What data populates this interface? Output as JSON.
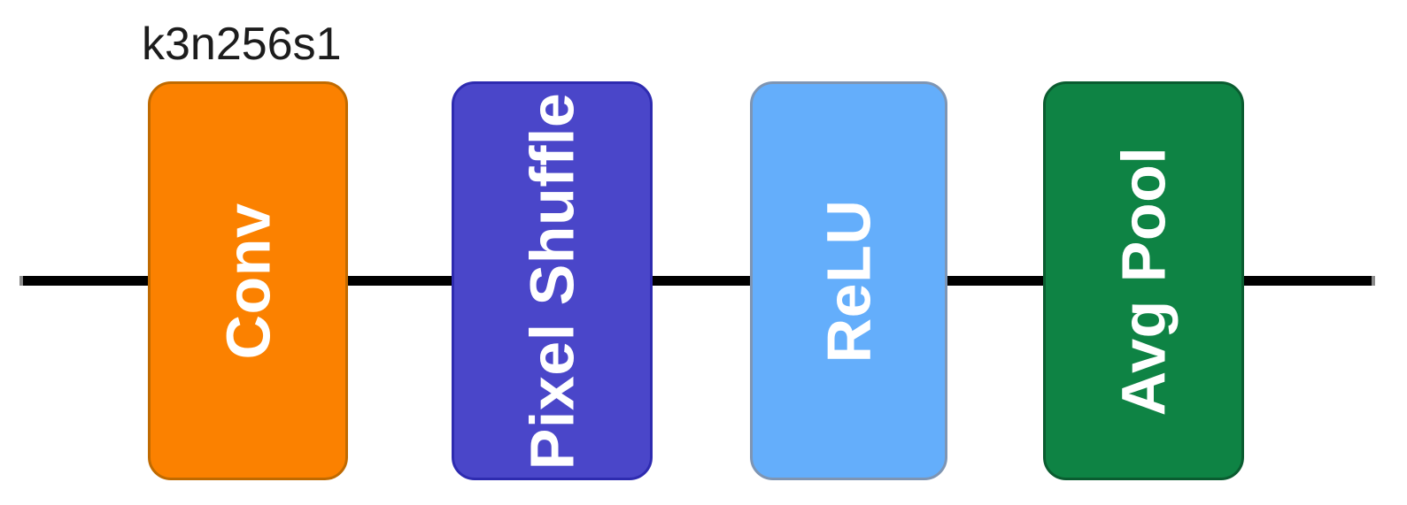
{
  "diagram": {
    "type": "neural-network-pipeline",
    "background_color": "#ffffff",
    "flow_line": {
      "color": "#000000",
      "tip_color": "#8c8c8c"
    },
    "annotation": {
      "text": "k3n256s1",
      "color": "#1c1c1c",
      "attached_to": "Conv"
    },
    "blocks": [
      {
        "label": "Conv",
        "fill": "#fb8100",
        "border": "#c06a00",
        "text_color": "#ffffff"
      },
      {
        "label": "Pixel Shuffle",
        "fill": "#4a46c9",
        "border": "#2e2bb0",
        "text_color": "#ffffff"
      },
      {
        "label": "ReLU",
        "fill": "#64aefb",
        "border": "#7e95b3",
        "text_color": "#ffffff"
      },
      {
        "label": "Avg Pool",
        "fill": "#0e8344",
        "border": "#0a5c30",
        "text_color": "#ffffff"
      }
    ]
  }
}
